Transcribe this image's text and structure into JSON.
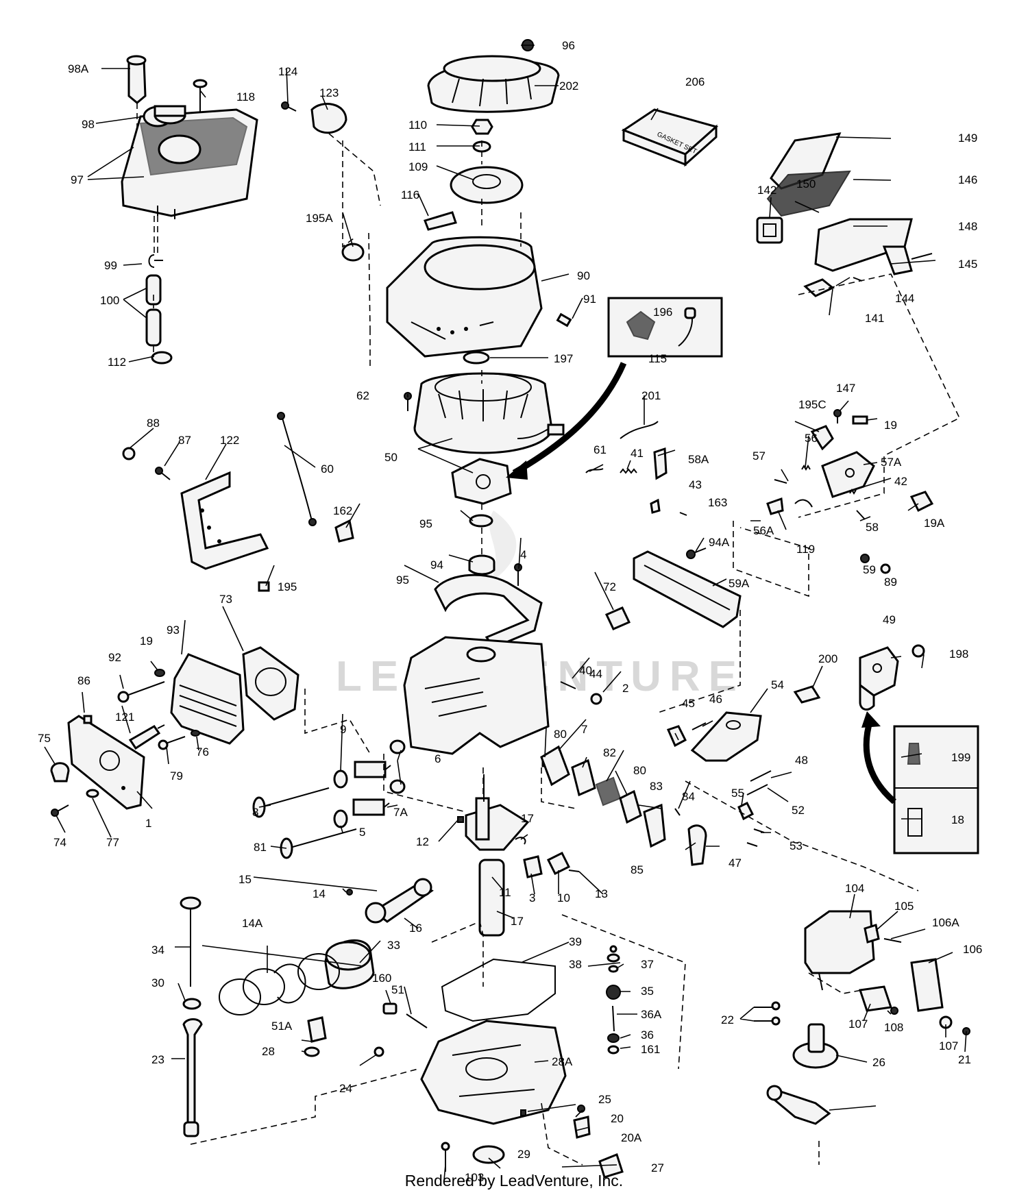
{
  "watermark": "LEADVENTURE",
  "footer": "Rendered by LeadVenture, Inc.",
  "kit_label": "GASKET SET",
  "callouts": [
    "98A",
    "118",
    "98",
    "97",
    "124",
    "123",
    "96",
    "202",
    "206",
    "149",
    "146",
    "150",
    "142",
    "148",
    "145",
    "144",
    "141",
    "110",
    "111",
    "109",
    "116",
    "195A",
    "90",
    "91",
    "99",
    "100",
    "112",
    "197",
    "196",
    "115",
    "62",
    "201",
    "50",
    "147",
    "195C",
    "19",
    "88",
    "87",
    "122",
    "60",
    "61",
    "41",
    "58A",
    "57",
    "56",
    "57A",
    "42",
    "43",
    "163",
    "19A",
    "162",
    "56A",
    "58",
    "119",
    "95",
    "4",
    "94",
    "95",
    "94A",
    "59A",
    "59",
    "89",
    "195",
    "72",
    "73",
    "93",
    "92",
    "19",
    "86",
    "121",
    "75",
    "79",
    "76",
    "77",
    "74",
    "1",
    "40",
    "44",
    "2",
    "80",
    "7",
    "9",
    "6",
    "8",
    "7A",
    "5",
    "81",
    "82",
    "80",
    "83",
    "84",
    "85",
    "47",
    "45",
    "46",
    "54",
    "48",
    "55",
    "52",
    "53",
    "200",
    "49",
    "198",
    "199",
    "18",
    "12",
    "17",
    "3",
    "10",
    "13",
    "11",
    "17",
    "16",
    "14",
    "15",
    "14A",
    "33",
    "34",
    "30",
    "23",
    "39",
    "38",
    "37",
    "35",
    "36A",
    "36",
    "161",
    "160",
    "51",
    "51A",
    "28",
    "24",
    "28A",
    "25",
    "20",
    "20A",
    "27",
    "29",
    "103",
    "104",
    "105",
    "106A",
    "106",
    "107",
    "108",
    "107",
    "21",
    "22",
    "26"
  ]
}
